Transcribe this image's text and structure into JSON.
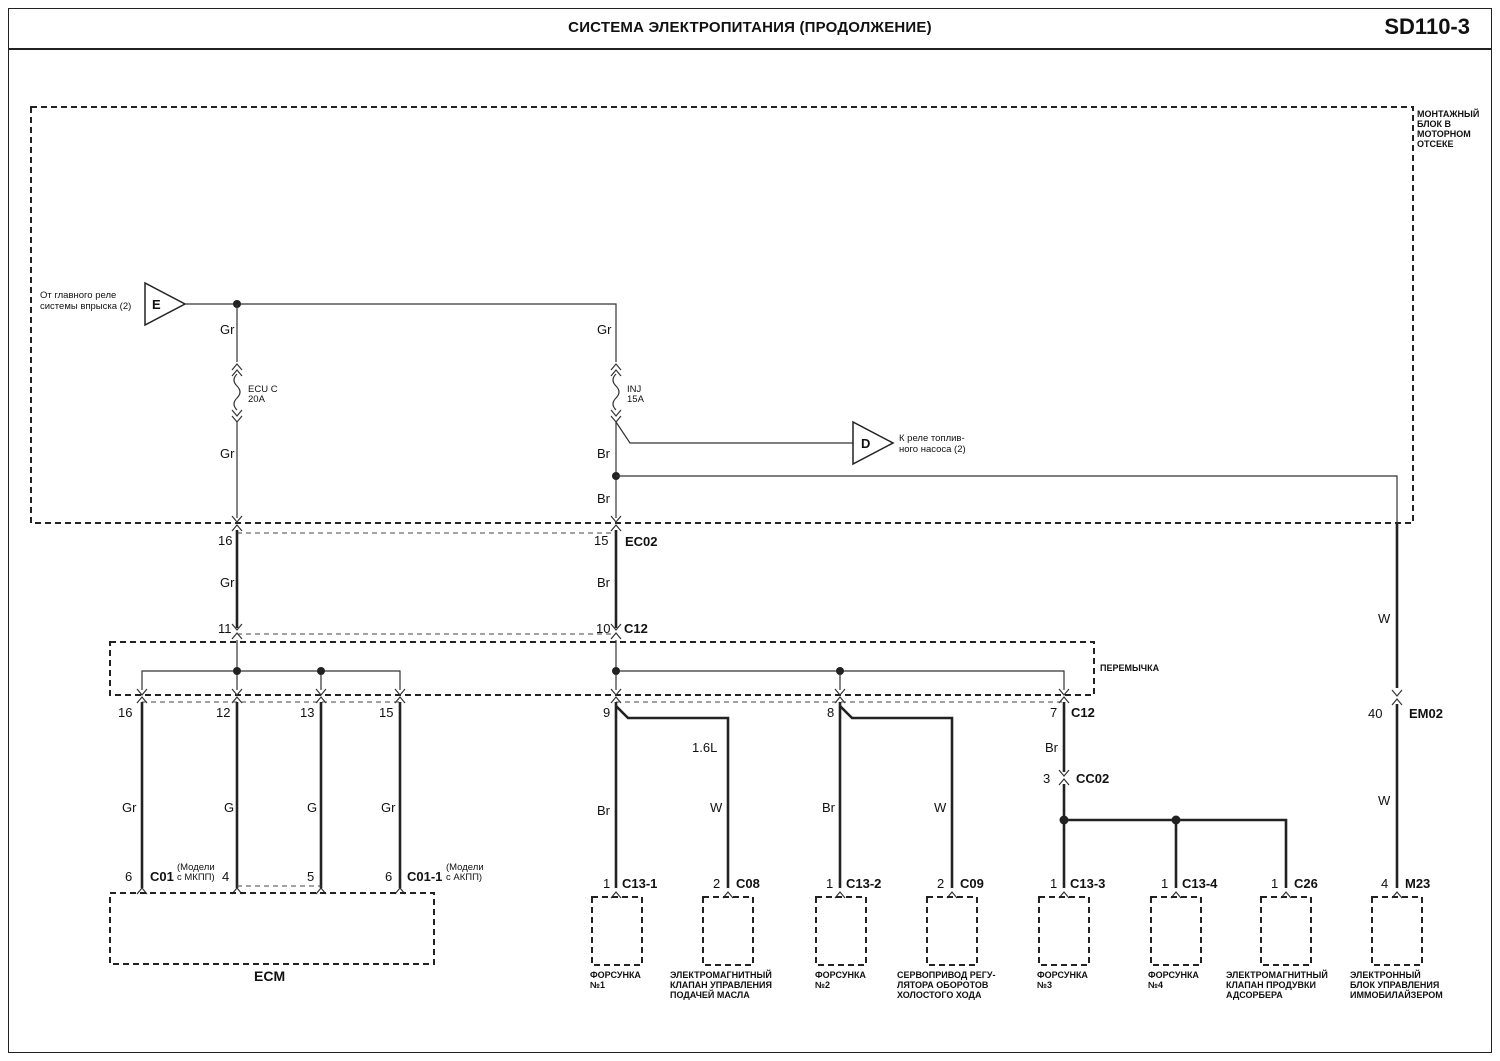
{
  "header": {
    "title": "СИСТЕМА ЭЛЕКТРОПИТАНИЯ (ПРОДОЛЖЕНИЕ)",
    "page_number": "SD110-3"
  },
  "engine_box": {
    "label_lines": [
      "МОНТАЖНЫЙ",
      "БЛОК В",
      "МОТОРНОМ",
      "ОТСЕКЕ"
    ]
  },
  "sources": {
    "e_letter": "E",
    "e_lines": [
      "От главного реле",
      "системы впрыска (2)"
    ],
    "d_letter": "D",
    "d_lines": [
      "К реле топлив-",
      "ного насоса (2)"
    ]
  },
  "fuses": {
    "ecu": {
      "name": "ECU C",
      "rating": "20A"
    },
    "inj": {
      "name": "INJ",
      "rating": "15A"
    }
  },
  "wire_colors": {
    "gr": "Gr",
    "br": "Br",
    "w": "W",
    "g": "G",
    "var_16l": "1.6L"
  },
  "connectors": {
    "ec02": "EC02",
    "c12": "C12",
    "em02": "EM02",
    "cc02": "CC02",
    "c01": "C01",
    "c01_1": "C01-1",
    "m23": "M23",
    "c13_1": "C13-1",
    "c08": "C08",
    "c13_2": "C13-2",
    "c09": "C09",
    "c13_3": "C13-3",
    "c13_4": "C13-4",
    "c26": "C26"
  },
  "connector_notes": {
    "c01_lines": [
      "(Модели",
      "с МКПП)"
    ],
    "c01_1_lines": [
      "(Модели",
      "с АКПП)"
    ]
  },
  "pins": {
    "ec02_16": "16",
    "ec02_15": "15",
    "c12_11": "11",
    "c12_10": "10",
    "c12_16": "16",
    "c12_12": "12",
    "c12_13": "13",
    "c12_15": "15",
    "c12_9": "9",
    "c12_8": "8",
    "c12_7": "7",
    "em02_40": "40",
    "cc02_3": "3",
    "c01_6": "6",
    "c01_4": "4",
    "c01_5": "5",
    "c01_1_6": "6",
    "c13_1": "1",
    "c08": "2",
    "c13_2": "1",
    "c09": "2",
    "c13_3": "1",
    "c13_4": "1",
    "c26": "1",
    "m23": "4"
  },
  "jumper_label": "ПЕРЕМЫЧКА",
  "ecm_label": "ECM",
  "components": {
    "inj1": [
      "ФОРСУНКА",
      "№1"
    ],
    "c08": [
      "ЭЛЕКТРОМАГНИТНЫЙ",
      "КЛАПАН УПРАВЛЕНИЯ",
      "ПОДАЧЕЙ МАСЛА"
    ],
    "inj2": [
      "ФОРСУНКА",
      "№2"
    ],
    "c09": [
      "СЕРВОПРИВОД РЕГУ-",
      "ЛЯТОРА ОБОРОТОВ",
      "ХОЛОСТОГО ХОДА"
    ],
    "inj3": [
      "ФОРСУНКА",
      "№3"
    ],
    "inj4": [
      "ФОРСУНКА",
      "№4"
    ],
    "c26": [
      "ЭЛЕКТРОМАГНИТНЫЙ",
      "КЛАПАН ПРОДУВКИ",
      "АДСОРБЕРА"
    ],
    "m23": [
      "ЭЛЕКТРОННЫЙ",
      "БЛОК УПРАВЛЕНИЯ",
      "ИММОБИЛАЙЗЕРОМ"
    ]
  }
}
